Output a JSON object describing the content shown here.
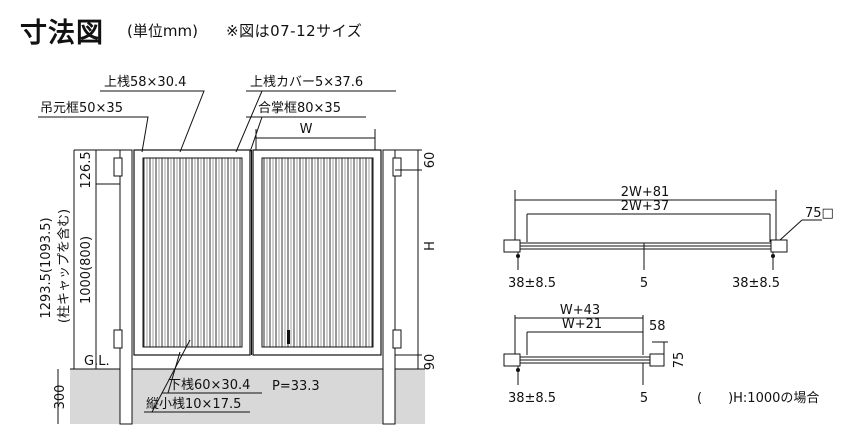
{
  "header": {
    "title": "寸法図",
    "unit": "(単位mm)",
    "note": "※図は07-12サイズ"
  },
  "front_view": {
    "callouts": {
      "top_rail": "上桟58×30.4",
      "hanging_frame": "吊元框50×35",
      "top_rail_cover": "上桟カバー5×37.6",
      "meeting_frame": "合掌框80×35",
      "bottom_rail": "下桟60×30.4",
      "vertical_slat": "縦小桟10×17.5"
    },
    "dims": {
      "width": "W",
      "top_offset": "126.5",
      "height_main": "1000(800)",
      "total_height": "1293.5(1093.5)",
      "total_height_note": "(柱キャップを含む)",
      "right_top": "60",
      "height": "H",
      "ground_clearance": "90",
      "embed_depth": "300",
      "ground_label": "G.L.",
      "pitch": "P=33.3"
    }
  },
  "top_view_double": {
    "overall": "2W+81",
    "inner": "2W+37",
    "post_size": "75□",
    "left_offset": "38±8.5",
    "center_gap": "5",
    "right_offset": "38±8.5"
  },
  "top_view_single": {
    "overall": "W+43",
    "inner": "W+21",
    "side_58": "58",
    "side_75": "75",
    "left_offset": "38±8.5",
    "end_gap": "5"
  },
  "legend": {
    "paren_note": "(　　)H:1000の場合"
  }
}
